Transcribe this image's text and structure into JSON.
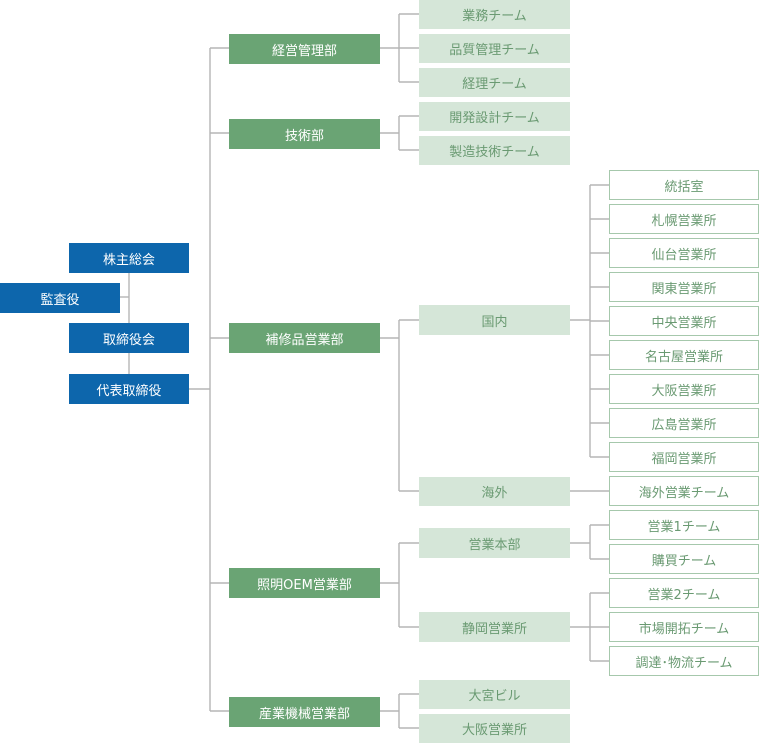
{
  "colors": {
    "top": "#0d66ac",
    "department": "#6aa474",
    "section": "#d5e6d8",
    "unit_border": "#a6c8ac",
    "line": "#b5b5b5"
  },
  "governance": {
    "shareholders": "株主総会",
    "auditor": "監査役",
    "board": "取締役会",
    "ceo": "代表取締役"
  },
  "departments": [
    {
      "name": "経営管理部",
      "children": [
        {
          "name": "業務チーム"
        },
        {
          "name": "品質管理チーム"
        },
        {
          "name": "経理チーム"
        }
      ]
    },
    {
      "name": "技術部",
      "children": [
        {
          "name": "開発設計チーム"
        },
        {
          "name": "製造技術チーム"
        }
      ]
    },
    {
      "name": "補修品営業部",
      "children": [
        {
          "name": "国内",
          "children": [
            "統括室",
            "札幌営業所",
            "仙台営業所",
            "関東営業所",
            "中央営業所",
            "名古屋営業所",
            "大阪営業所",
            "広島営業所",
            "福岡営業所"
          ]
        },
        {
          "name": "海外",
          "children": [
            "海外営業チーム"
          ]
        }
      ]
    },
    {
      "name": "照明OEM営業部",
      "children": [
        {
          "name": "営業本部",
          "children": [
            "営業1チーム",
            "購買チーム"
          ]
        },
        {
          "name": "静岡営業所",
          "children": [
            "営業2チーム",
            "市場開拓チーム",
            "調達･物流チーム"
          ]
        }
      ]
    },
    {
      "name": "産業機械営業部",
      "children": [
        {
          "name": "大宮ビル"
        },
        {
          "name": "大阪営業所"
        }
      ]
    }
  ]
}
